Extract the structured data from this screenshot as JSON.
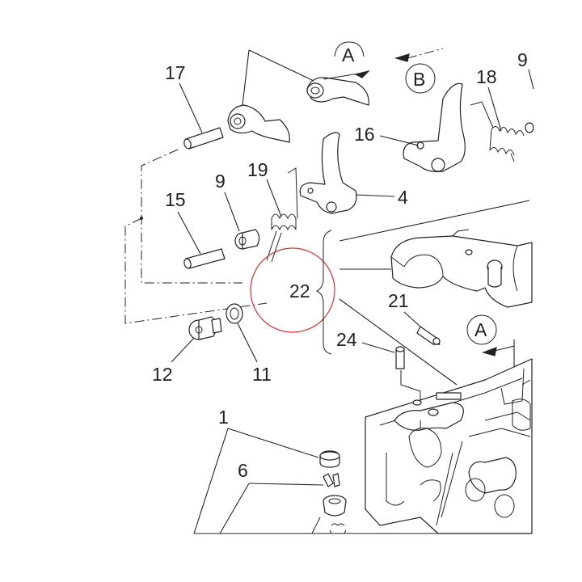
{
  "colors": {
    "ink": "#222222",
    "highlight_circle": "#cc3333",
    "background": "#ffffff"
  },
  "labels": {
    "n17": "17",
    "n15": "15",
    "n9a": "9",
    "n19": "19",
    "n4": "4",
    "n16": "16",
    "n18": "18",
    "n9b": "9",
    "n22": "22",
    "n21": "21",
    "n24": "24",
    "n12": "12",
    "n11": "11",
    "n1": "1",
    "n6": "6"
  },
  "view_markers": {
    "a_top": "A",
    "b_top": "B",
    "a_right": "A"
  },
  "highlight": {
    "target_label": "22"
  }
}
